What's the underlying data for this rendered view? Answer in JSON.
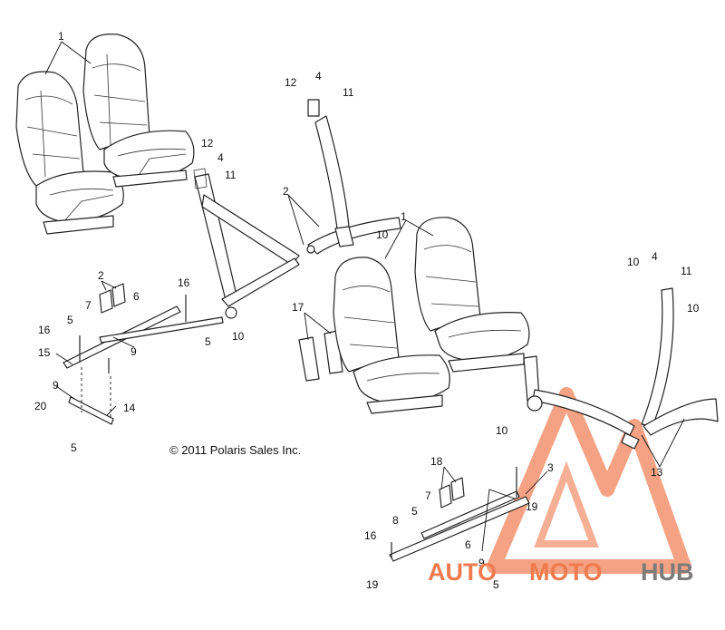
{
  "copyright": "© 2011 Polaris Sales Inc.",
  "watermark": {
    "part1": "AUTO",
    "part2": "MOTO",
    "part3": "HUB",
    "accent_color": "#f07a4e",
    "gray_color": "#7b7b7b"
  },
  "callouts": {
    "c1a": "1",
    "c1b": "1",
    "c2a": "2",
    "c2b": "2",
    "c3": "3",
    "c4a": "4",
    "c4b": "4",
    "c4c": "4",
    "c5a": "5",
    "c5b": "5",
    "c5c": "5",
    "c5d": "5",
    "c5e": "5",
    "c6a": "6",
    "c6b": "6",
    "c7a": "7",
    "c7b": "7",
    "c8": "8",
    "c9a": "9",
    "c9b": "9",
    "c9c": "9",
    "c10a": "10",
    "c10b": "10",
    "c10c": "10",
    "c10d": "10",
    "c10e": "10",
    "c11a": "11",
    "c11b": "11",
    "c11c": "11",
    "c12a": "12",
    "c12b": "12",
    "c13": "13",
    "c14": "14",
    "c15": "15",
    "c16a": "16",
    "c16b": "16",
    "c16c": "16",
    "c17": "17",
    "c18": "18",
    "c19a": "19",
    "c19b": "19",
    "c20": "20"
  }
}
